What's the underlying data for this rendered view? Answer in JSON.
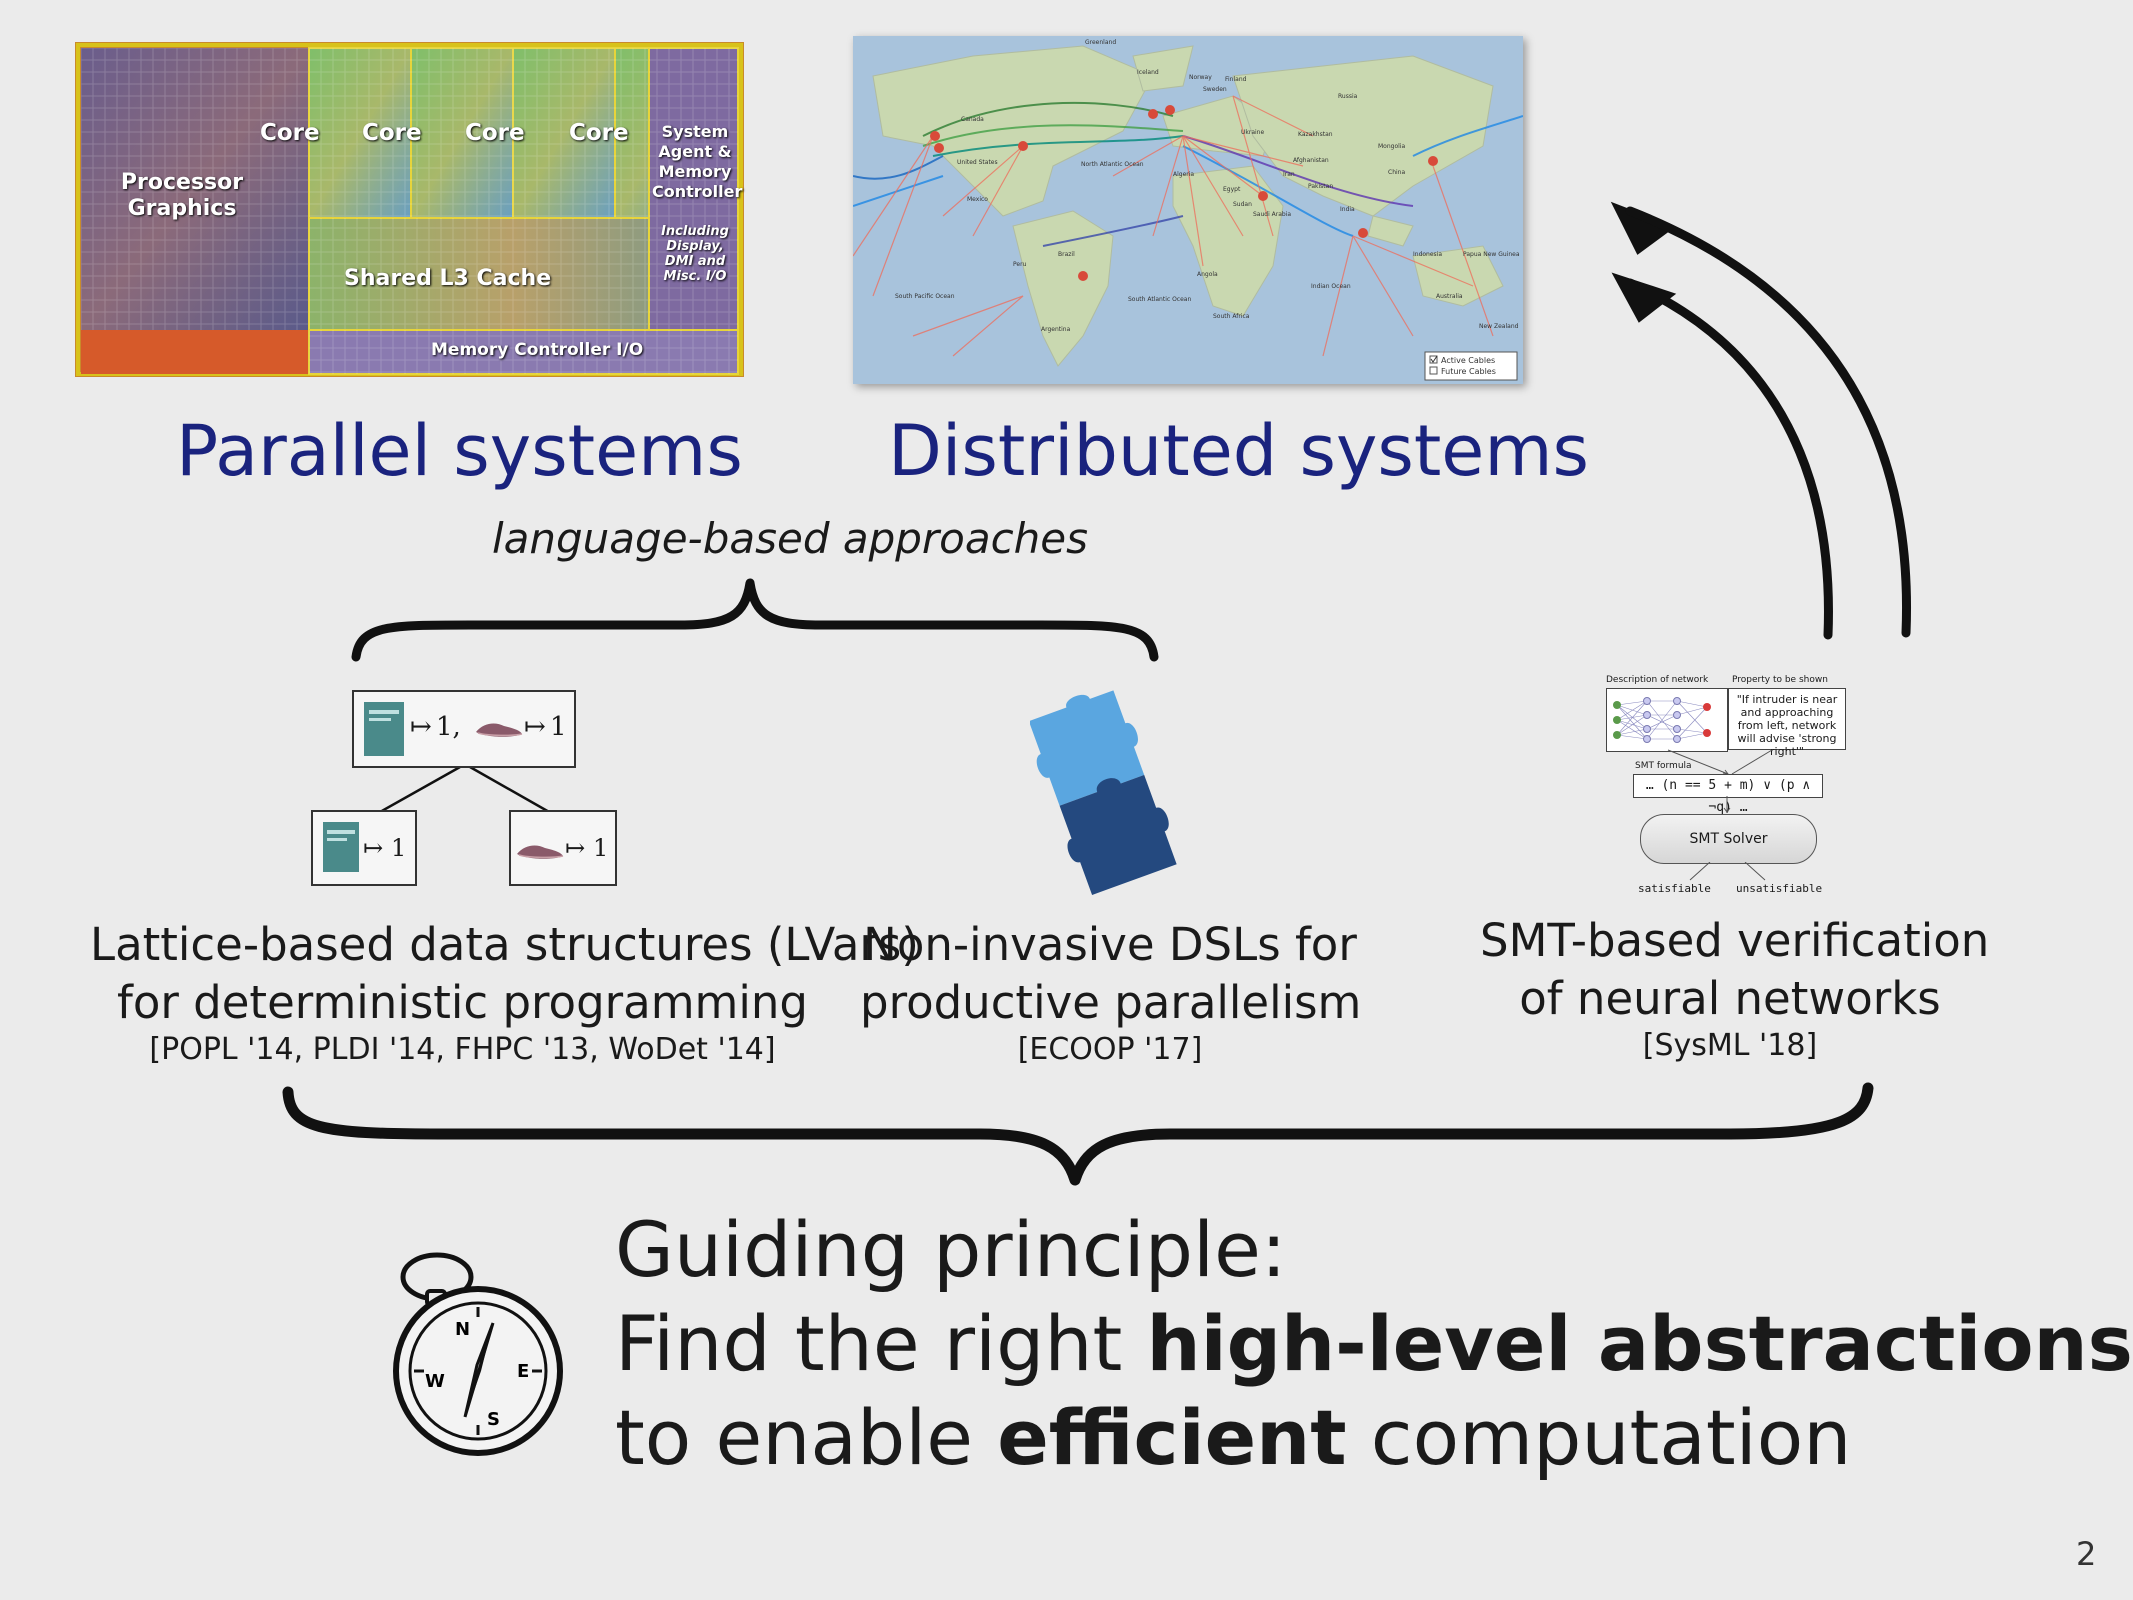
{
  "chip": {
    "core_labels": [
      "Core",
      "Core",
      "Core",
      "Core"
    ],
    "processor_graphics": "Processor\nGraphics",
    "system_agent": "System\nAgent &\nMemory\nController",
    "including": "Including\nDisplay,\nDMI and\nMisc. I/O",
    "shared_cache": "Shared L3 Cache",
    "memory_io": "Memory Controller I/O"
  },
  "map": {
    "legend_active": "Active Cables",
    "legend_future": "Future Cables",
    "labels": [
      "Greenland",
      "Canada",
      "United States",
      "Mexico",
      "Russia",
      "China",
      "Mongolia",
      "India",
      "Australia",
      "North Atlantic Ocean",
      "South Atlantic Ocean",
      "South Pacific Ocean",
      "Indian Ocean",
      "Brazil",
      "Argentina",
      "Peru",
      "Angola",
      "Sudan",
      "Algeria",
      "Indonesia",
      "Papua New Guinea",
      "New Zealand",
      "South Africa",
      "Kazakhstan",
      "Iran",
      "Pakistan",
      "Afghanistan",
      "Saudi Arabia",
      "Egypt",
      "Sweden",
      "Finland",
      "Ukraine",
      "Norway",
      "Iceland"
    ]
  },
  "headings": {
    "parallel": "Parallel systems",
    "distributed": "Distributed systems",
    "language_based": "language-based approaches"
  },
  "lvars": {
    "top_value": "1,",
    "top_value2": "1",
    "left_value": "1",
    "right_value": "1",
    "desc_line1": "Lattice-based data structures (LVars)",
    "desc_line2": "for deterministic programming",
    "cite": "[POPL '14, PLDI '14, FHPC '13, WoDet '14]"
  },
  "dsl": {
    "desc_line1": "Non-invasive DSLs for",
    "desc_line2": "productive parallelism",
    "cite": "[ECOOP '17]"
  },
  "smt": {
    "network_label": "Description of network",
    "property_label": "Property to be shown",
    "property_text": "\"If intruder is near and approaching from left, network will advise 'strong right'\"",
    "formula_label": "SMT formula",
    "formula": "… (n == 5 + m) ∨ (p ∧ ¬q) …",
    "solver": "SMT Solver",
    "out_sat": "satisfiable",
    "out_unsat": "unsatisfiable",
    "desc_line1": "SMT-based verification",
    "desc_line2": "of neural networks",
    "cite": "[SysML '18]"
  },
  "guiding": {
    "line1": "Guiding principle:",
    "line2_pre": "Find the right ",
    "line2_bold": "high-level abstractions",
    "line3_pre": "to enable ",
    "line3_bold": "efficient",
    "line3_post": " computation",
    "compass_letters": [
      "N",
      "E",
      "S",
      "W"
    ]
  },
  "page_number": "2"
}
